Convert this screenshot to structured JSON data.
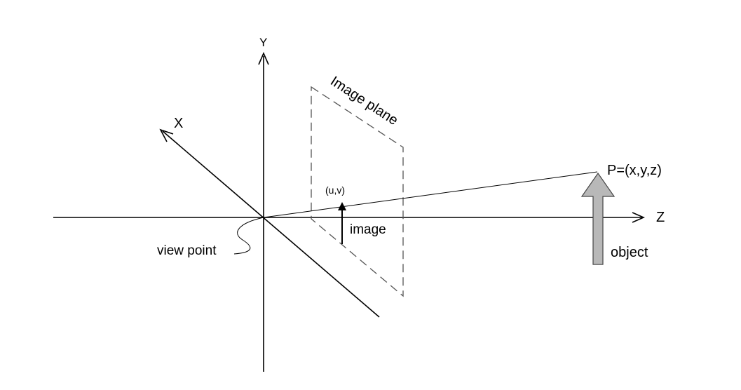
{
  "diagram": {
    "axes": {
      "y_label": "Y",
      "x_label": "X",
      "z_label": "Z"
    },
    "labels": {
      "image_plane": "Image plane",
      "uv": "(u,v)",
      "image": "image",
      "point": "P=(x,y,z)",
      "object": "object",
      "view_point": "view point"
    },
    "colors": {
      "line": "#000000",
      "dashed": "#555555",
      "object_fill": "#b8b8b8",
      "object_stroke": "#444444"
    }
  }
}
